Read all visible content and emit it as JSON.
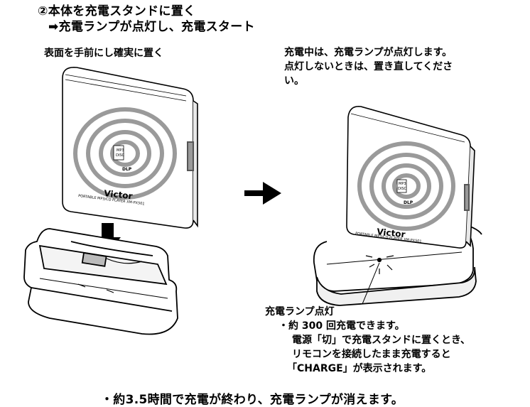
{
  "heading": {
    "step": "②本体を充電スタンドに置く",
    "result": "➡充電ランプが点灯し、充電スタート"
  },
  "left": {
    "caption": "表面を手前にし確実に置く",
    "device": {
      "brand": "Victor",
      "model_text": "PORTABLE MP3/CD PLAYER XM-PX501",
      "badge_top": "MP3",
      "badge_bottom": "DISC",
      "sub_logo": "DLP"
    }
  },
  "right": {
    "caption_lines": [
      "充電中は、充電ランプが点灯します。",
      "点灯しないときは、置き直してくださ",
      "い。"
    ],
    "device": {
      "brand": "Victor",
      "model_text": "PORTABLE MP3/CD PLAYER XM-PX501",
      "badge_top": "MP3",
      "badge_bottom": "DISC",
      "sub_logo": "DLP"
    }
  },
  "callout": {
    "label": "充電ランプ点灯",
    "bullets": [
      "・約 300 回充電できます。",
      "電源「切」で充電スタンドに置くとき、",
      "リモコンを接続したまま充電すると",
      "「CHARGE」が表示されます。"
    ]
  },
  "footer": "・約3.5時間で充電が終わり、充電ランプが消えます。"
}
